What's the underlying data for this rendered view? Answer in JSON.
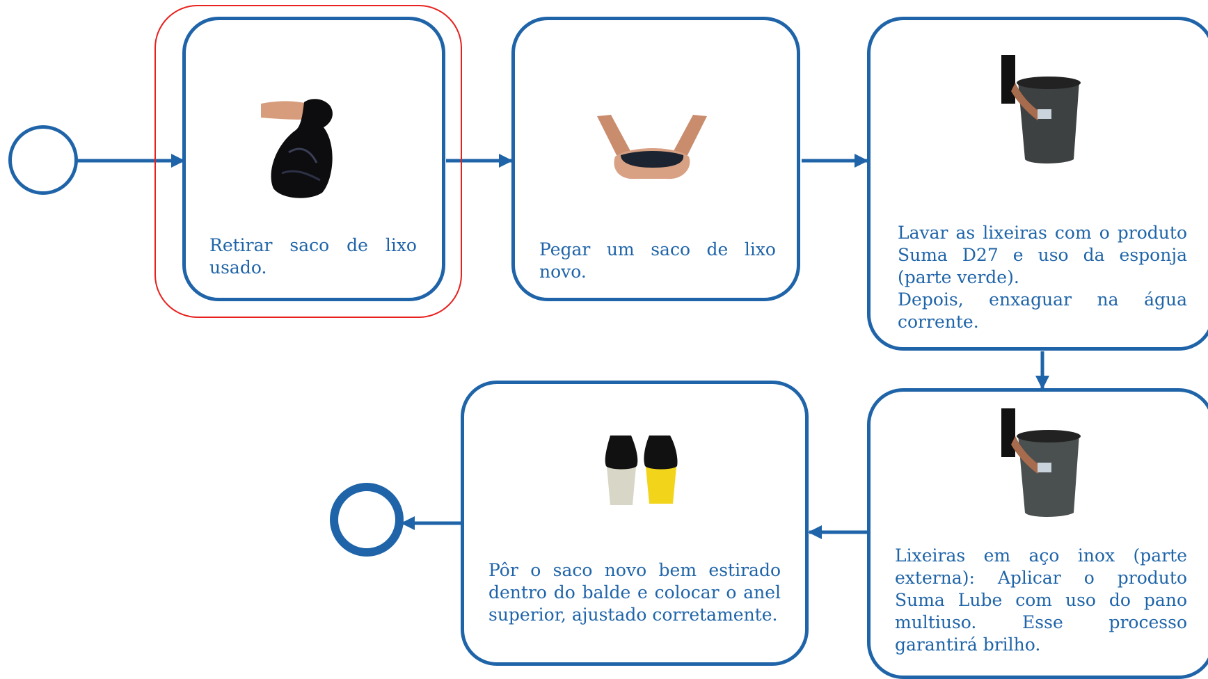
{
  "colors": {
    "stroke": "#1f64a8",
    "selection": "#e8201e",
    "text": "#1f64a8"
  },
  "events": {
    "start": {
      "name": "start-event",
      "icon": "circle-thin-border"
    },
    "end": {
      "name": "end-event",
      "icon": "circle-thick-border"
    }
  },
  "tasks": [
    {
      "id": "t1",
      "icon": "hand-holding-trash-bag",
      "label": "Retirar saco de lixo usado.",
      "selected": true
    },
    {
      "id": "t2",
      "icon": "hands-holding-folded-bag",
      "label": "Pegar um saco de lixo novo.",
      "selected": false
    },
    {
      "id": "t3",
      "icon": "hand-washing-trash-bin",
      "label": "Lavar as lixeiras com o produto Suma D27 e uso da esponja (parte verde).\nDepois, enxaguar na água corrente.",
      "selected": false
    },
    {
      "id": "t4",
      "icon": "hand-wiping-steel-bin",
      "label": "Lixeiras em aço inox (parte externa): Aplicar o produto Suma Lube com uso do pano multiuso. Esse processo garantirá brilho.",
      "selected": false
    },
    {
      "id": "t5",
      "icon": "two-bins-with-bags",
      "label": "Pôr o saco  novo bem estirado dentro do balde e colocar o anel superior, ajustado corretamente.",
      "selected": false
    }
  ]
}
